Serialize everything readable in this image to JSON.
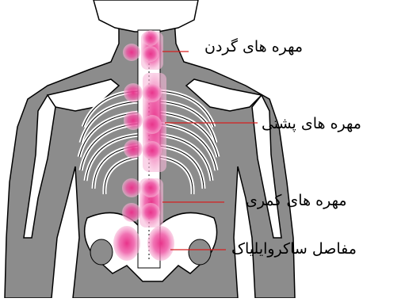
{
  "labels": {
    "cervical": "مهره های گردن",
    "thoracic": "مهره های پشتی",
    "lumbar": "مهره های کمری",
    "sacroiliac": "مفاصل ساکروایلیاک"
  },
  "colors": {
    "body": "#8c8c8c",
    "bone": "#ffffff",
    "outline": "#000000",
    "highlight": "#e8338a",
    "leader": "#d62020"
  }
}
